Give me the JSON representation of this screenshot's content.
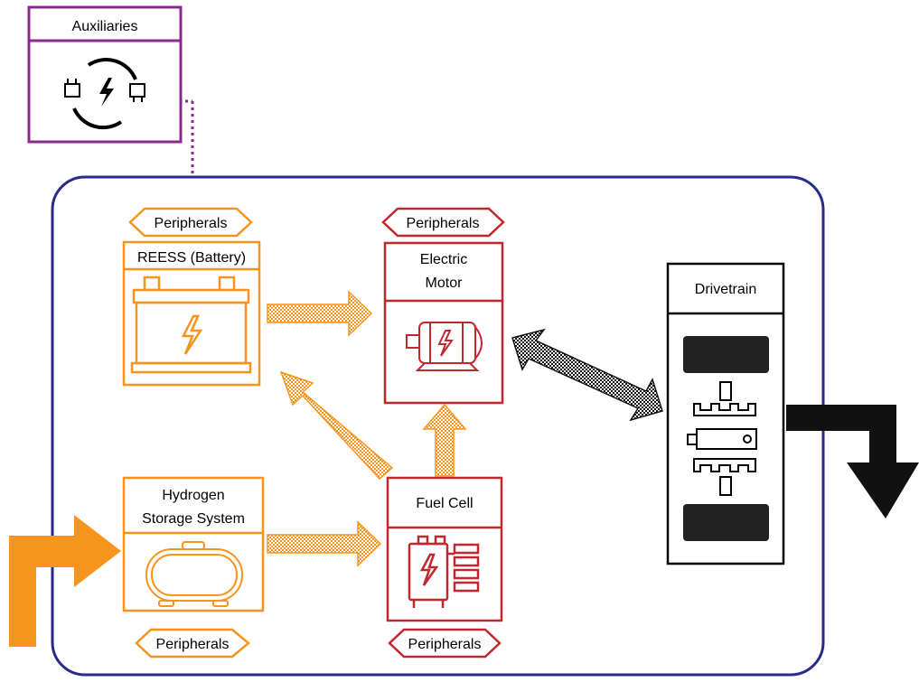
{
  "auxiliaries": {
    "title": "Auxiliaries",
    "icon": "plug-power-cycle-icon"
  },
  "reess": {
    "title": "REESS (Battery)",
    "peripherals": "Peripherals",
    "icon": "battery-icon"
  },
  "electric_motor": {
    "title_line1": "Electric",
    "title_line2": "Motor",
    "peripherals": "Peripherals",
    "icon": "electric-motor-icon"
  },
  "drivetrain": {
    "title": "Drivetrain",
    "icon": "drivetrain-icon"
  },
  "hydrogen_storage": {
    "title_line1": "Hydrogen",
    "title_line2": "Storage System",
    "peripherals": "Peripherals",
    "icon": "hydrogen-tank-icon"
  },
  "fuel_cell": {
    "title": "Fuel Cell",
    "peripherals": "Peripherals",
    "icon": "fuel-cell-icon"
  },
  "colors": {
    "auxiliaries": "#8a2a8e",
    "system_border": "#2a2a8a",
    "hydrogen_battery": "#f7941d",
    "motor_fuelcell": "#c0282d",
    "drivetrain": "#000000",
    "flow_orange": "#f7941d",
    "flow_black": "#000000"
  }
}
